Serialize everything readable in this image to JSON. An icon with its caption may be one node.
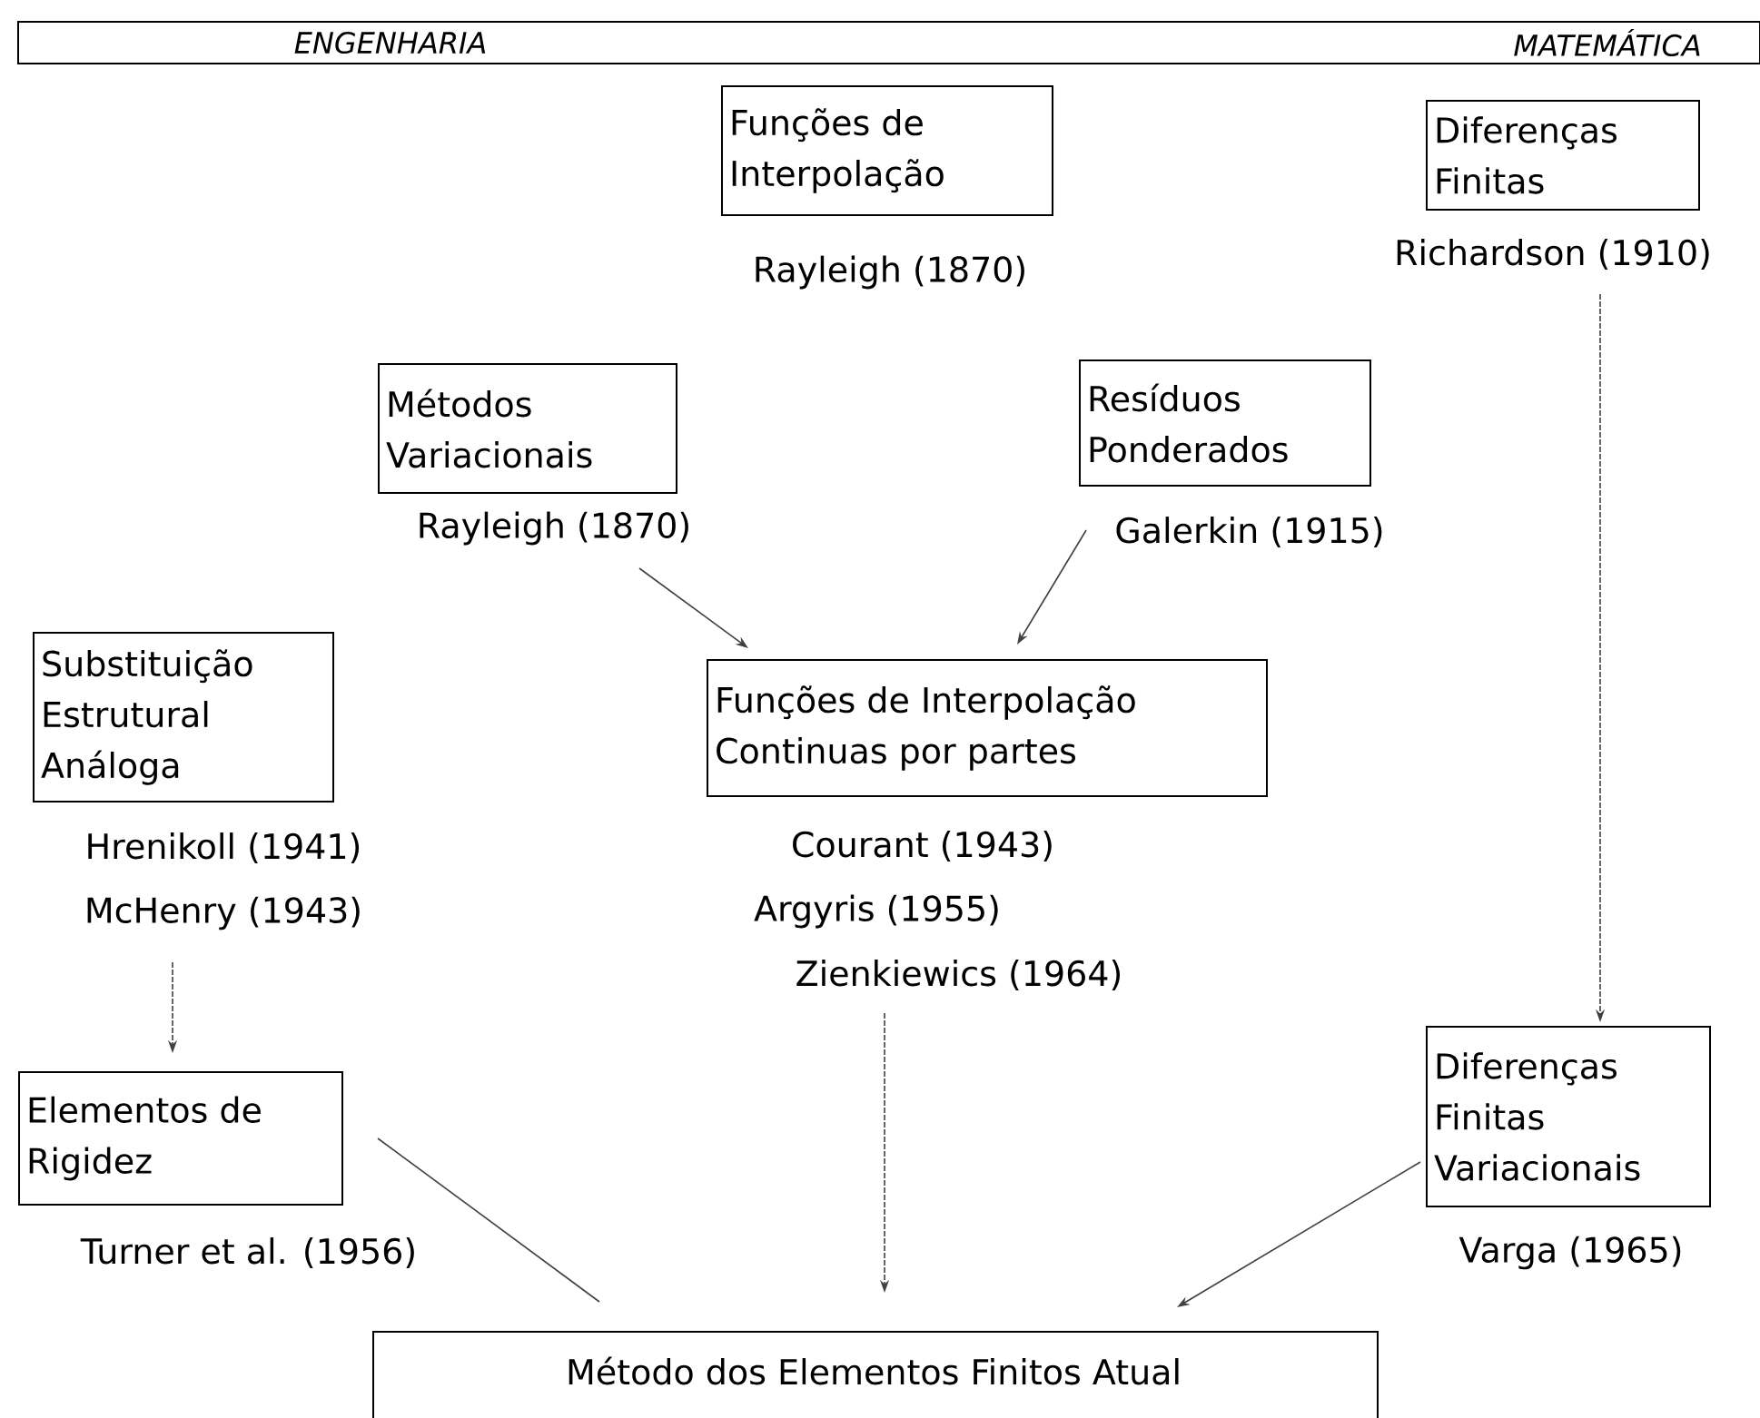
{
  "diagram": {
    "nodes": [
      {
        "text": [
          "ENGENHARIA",
          "MATEMÁTICA"
        ]
      },
      {
        "text": [
          "Funções de Interpolação"
        ],
        "beside": [
          "Rayleigh (1870)"
        ]
      },
      {
        "text": [
          "Diferenças Finitas"
        ],
        "beside": [
          "Richardson (1910)"
        ]
      },
      {
        "text": [
          "Métodos Variacionais"
        ],
        "beside": [
          "Rayleigh (1870)"
        ]
      },
      {
        "text": [
          "Resíduos Ponderados"
        ],
        "beside": [
          "Galerkin (1915)"
        ]
      },
      {
        "text": [
          "Substituição Estrutural Análoga"
        ],
        "beside": [
          "Hrenikoll (1941)",
          "McHenry (1943)"
        ]
      },
      {
        "text": [
          "Funções de Interpolação Continuas por partes"
        ],
        "beside": [
          "Courant (1943)",
          "Argyris (1955)",
          "Zienkiewics (1964)"
        ]
      },
      {
        "text": [
          "Elementos de Rigidez"
        ],
        "beside": [
          "Turner et al. (1956)"
        ]
      },
      {
        "text": [
          "Diferenças Finitas Variacionais"
        ],
        "beside": [
          "Varga (1965)"
        ]
      },
      {
        "text": [
          "Método dos Elementos Finitos Atual"
        ]
      }
    ],
    "edges": [
      {
        "from": 3,
        "to": 6,
        "arrow": "to"
      },
      {
        "from": 4,
        "to": 6,
        "arrow": "to"
      },
      {
        "from": 5,
        "to": 7,
        "arrow": "to",
        "style": "dashed"
      },
      {
        "from": 2,
        "to": 8,
        "arrow": "to",
        "style": "dashed"
      },
      {
        "from": 6,
        "to": 9,
        "arrow": "to",
        "style": "dashed"
      },
      {
        "from": 7,
        "to": 9,
        "arrow": "none"
      },
      {
        "from": 8,
        "to": 9,
        "arrow": "to"
      }
    ]
  }
}
